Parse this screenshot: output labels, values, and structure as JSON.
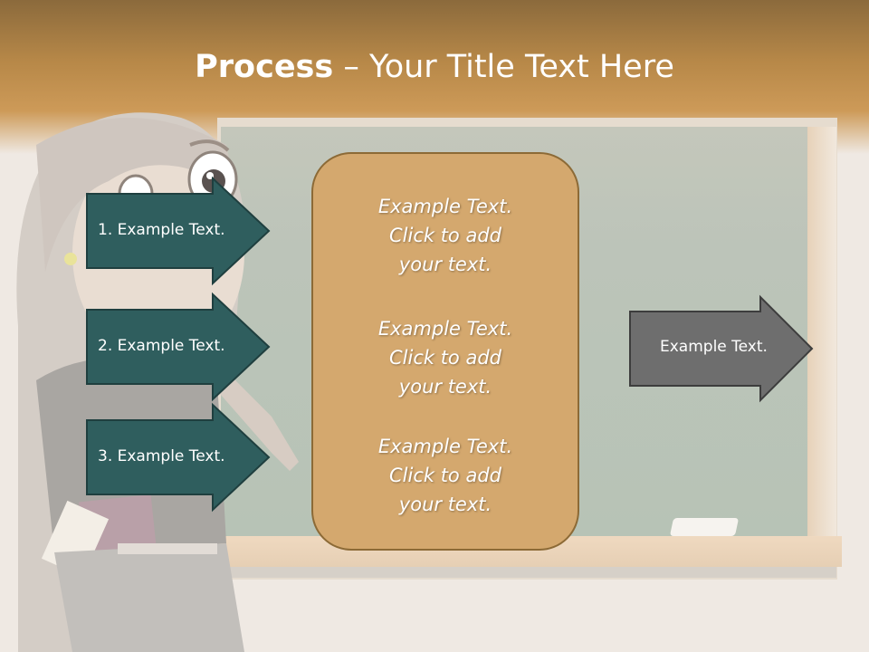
{
  "title": {
    "bold": "Process",
    "rest": " – Your Title Text Here"
  },
  "left_steps": [
    {
      "label": "1. Example Text."
    },
    {
      "label": "2. Example Text."
    },
    {
      "label": "3. Example Text."
    }
  ],
  "center_box": {
    "blocks": [
      {
        "lines": [
          "Example Text.",
          "Click  to add",
          "your text."
        ]
      },
      {
        "lines": [
          "Example Text.",
          "Click  to add",
          "your text."
        ]
      },
      {
        "lines": [
          "Example Text.",
          "Click  to add",
          "your text."
        ]
      }
    ]
  },
  "right_arrow": {
    "label": "Example Text."
  },
  "colors": {
    "step_arrow_fill": "#2f5e5e",
    "center_box_fill": "#d4a86e",
    "right_arrow_fill": "#6e6e6e",
    "title_band": "#b78848"
  }
}
